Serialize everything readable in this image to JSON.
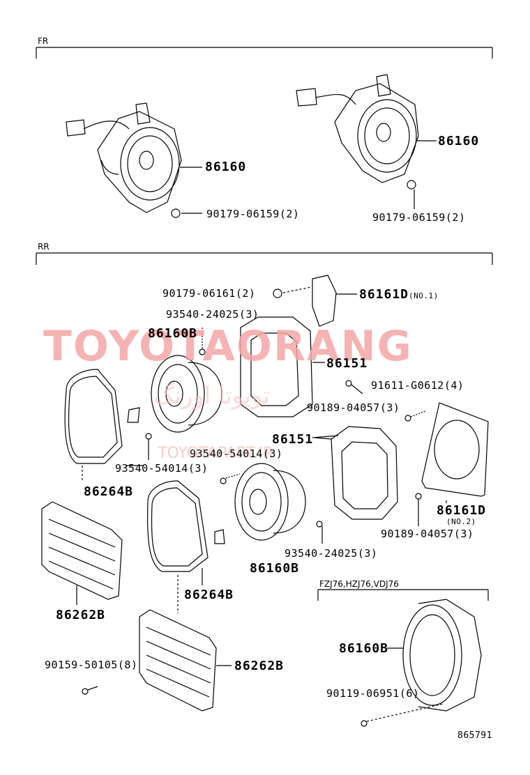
{
  "sections": {
    "front": "FR",
    "rear": "RR",
    "variant": "FZJ76,HZJ76,VDJ76"
  },
  "labels": {
    "fr_speaker_left": "86160",
    "fr_speaker_right": "86160",
    "fr_nut_left": "90179-06159(2)",
    "fr_nut_right": "90179-06159(2)",
    "rr_nut": "90179-06161(2)",
    "rr_bracket_top": "86161D",
    "rr_bracket_top_note": "(NO.1)",
    "rr_screw_top": "93540-24025(3)",
    "rr_speaker_top": "86160B",
    "rr_spacer_top": "86151",
    "rr_clip_right": "91611-G0612(4)",
    "rr_clip_top": "90189-04057(3)",
    "rr_spacer_lower": "86151",
    "rr_screw_mid": "93540-54014(3)",
    "rr_screw_left": "93540-54014(3)",
    "rr_grille_top": "86264B",
    "rr_bracket_lower": "86161D",
    "rr_bracket_lower_note": "(NO.2)",
    "rr_clip_lower": "90189-04057(3)",
    "rr_screw_lower": "93540-24025(3)",
    "rr_speaker_lower": "86160B",
    "rr_grille_lower": "86264B",
    "rr_panel_left": "86262B",
    "rr_panel_lower": "86262B",
    "rr_screw_panel": "90159-50105(8)",
    "variant_speaker": "86160B",
    "variant_screw": "90119-06951(6)",
    "diagram_id": "865791"
  },
  "watermark": {
    "main": "TOYOTAORANG",
    "persian": "تویوتا اورنگ",
    "site": "TOYOTAPART.IR",
    "color": "#f4a6a6"
  }
}
